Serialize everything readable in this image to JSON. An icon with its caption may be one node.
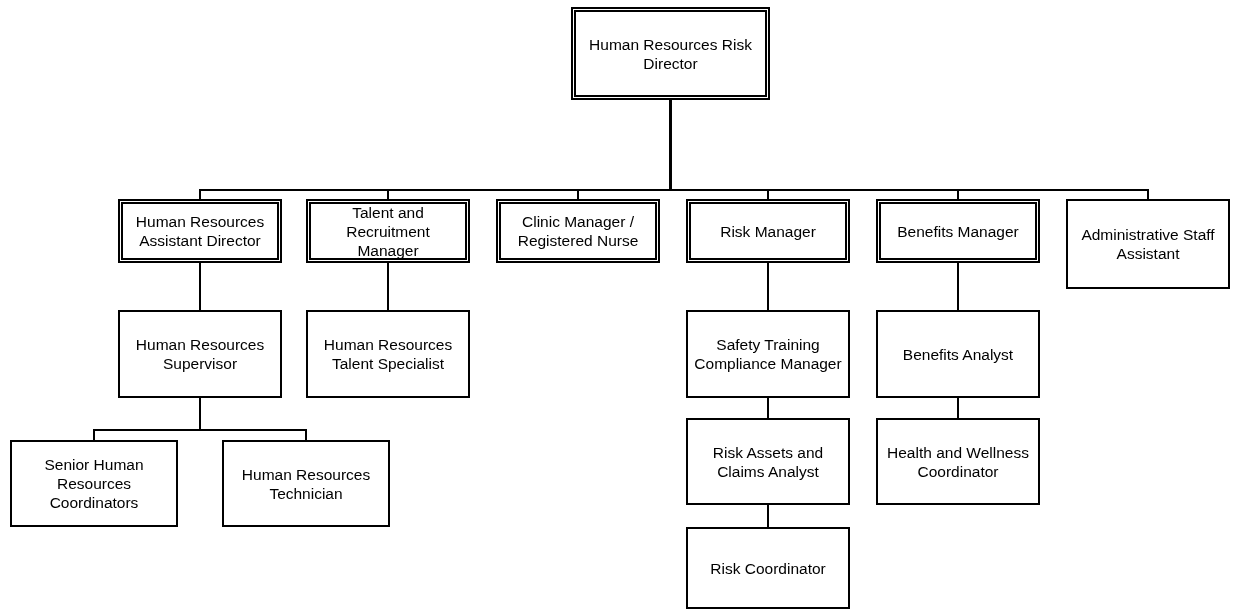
{
  "diagram": {
    "nodes": [
      {
        "text": [
          "Human Resources Risk Director"
        ]
      },
      {
        "text": [
          "Human Resources Assistant Director"
        ]
      },
      {
        "text": [
          "Talent and Recruitment Manager"
        ]
      },
      {
        "text": [
          "Clinic Manager / Registered Nurse"
        ]
      },
      {
        "text": [
          "Risk Manager"
        ]
      },
      {
        "text": [
          "Benefits Manager"
        ]
      },
      {
        "text": [
          "Administrative Staff Assistant"
        ]
      },
      {
        "text": [
          "Human Resources Supervisor"
        ]
      },
      {
        "text": [
          "Human Resources Talent Specialist"
        ]
      },
      {
        "text": [
          "Safety Training Compliance Manager"
        ]
      },
      {
        "text": [
          "Benefits Analyst"
        ]
      },
      {
        "text": [
          "Senior Human Resources Coordinators"
        ]
      },
      {
        "text": [
          "Human Resources Technician"
        ]
      },
      {
        "text": [
          "Risk Assets and Claims Analyst"
        ]
      },
      {
        "text": [
          "Health and Wellness Coordinator"
        ]
      },
      {
        "text": [
          "Risk Coordinator"
        ]
      }
    ],
    "edges": [
      {
        "from": 0,
        "to": 1,
        "arrow": "none"
      },
      {
        "from": 0,
        "to": 2,
        "arrow": "none"
      },
      {
        "from": 0,
        "to": 3,
        "arrow": "none"
      },
      {
        "from": 0,
        "to": 4,
        "arrow": "none"
      },
      {
        "from": 0,
        "to": 5,
        "arrow": "none"
      },
      {
        "from": 0,
        "to": 6,
        "arrow": "none"
      },
      {
        "from": 1,
        "to": 7,
        "arrow": "none"
      },
      {
        "from": 2,
        "to": 8,
        "arrow": "none"
      },
      {
        "from": 4,
        "to": 9,
        "arrow": "none"
      },
      {
        "from": 5,
        "to": 10,
        "arrow": "none"
      },
      {
        "from": 7,
        "to": 11,
        "arrow": "none"
      },
      {
        "from": 7,
        "to": 12,
        "arrow": "none"
      },
      {
        "from": 9,
        "to": 13,
        "arrow": "none"
      },
      {
        "from": 10,
        "to": 14,
        "arrow": "none"
      },
      {
        "from": 13,
        "to": 15,
        "arrow": "none"
      }
    ]
  }
}
